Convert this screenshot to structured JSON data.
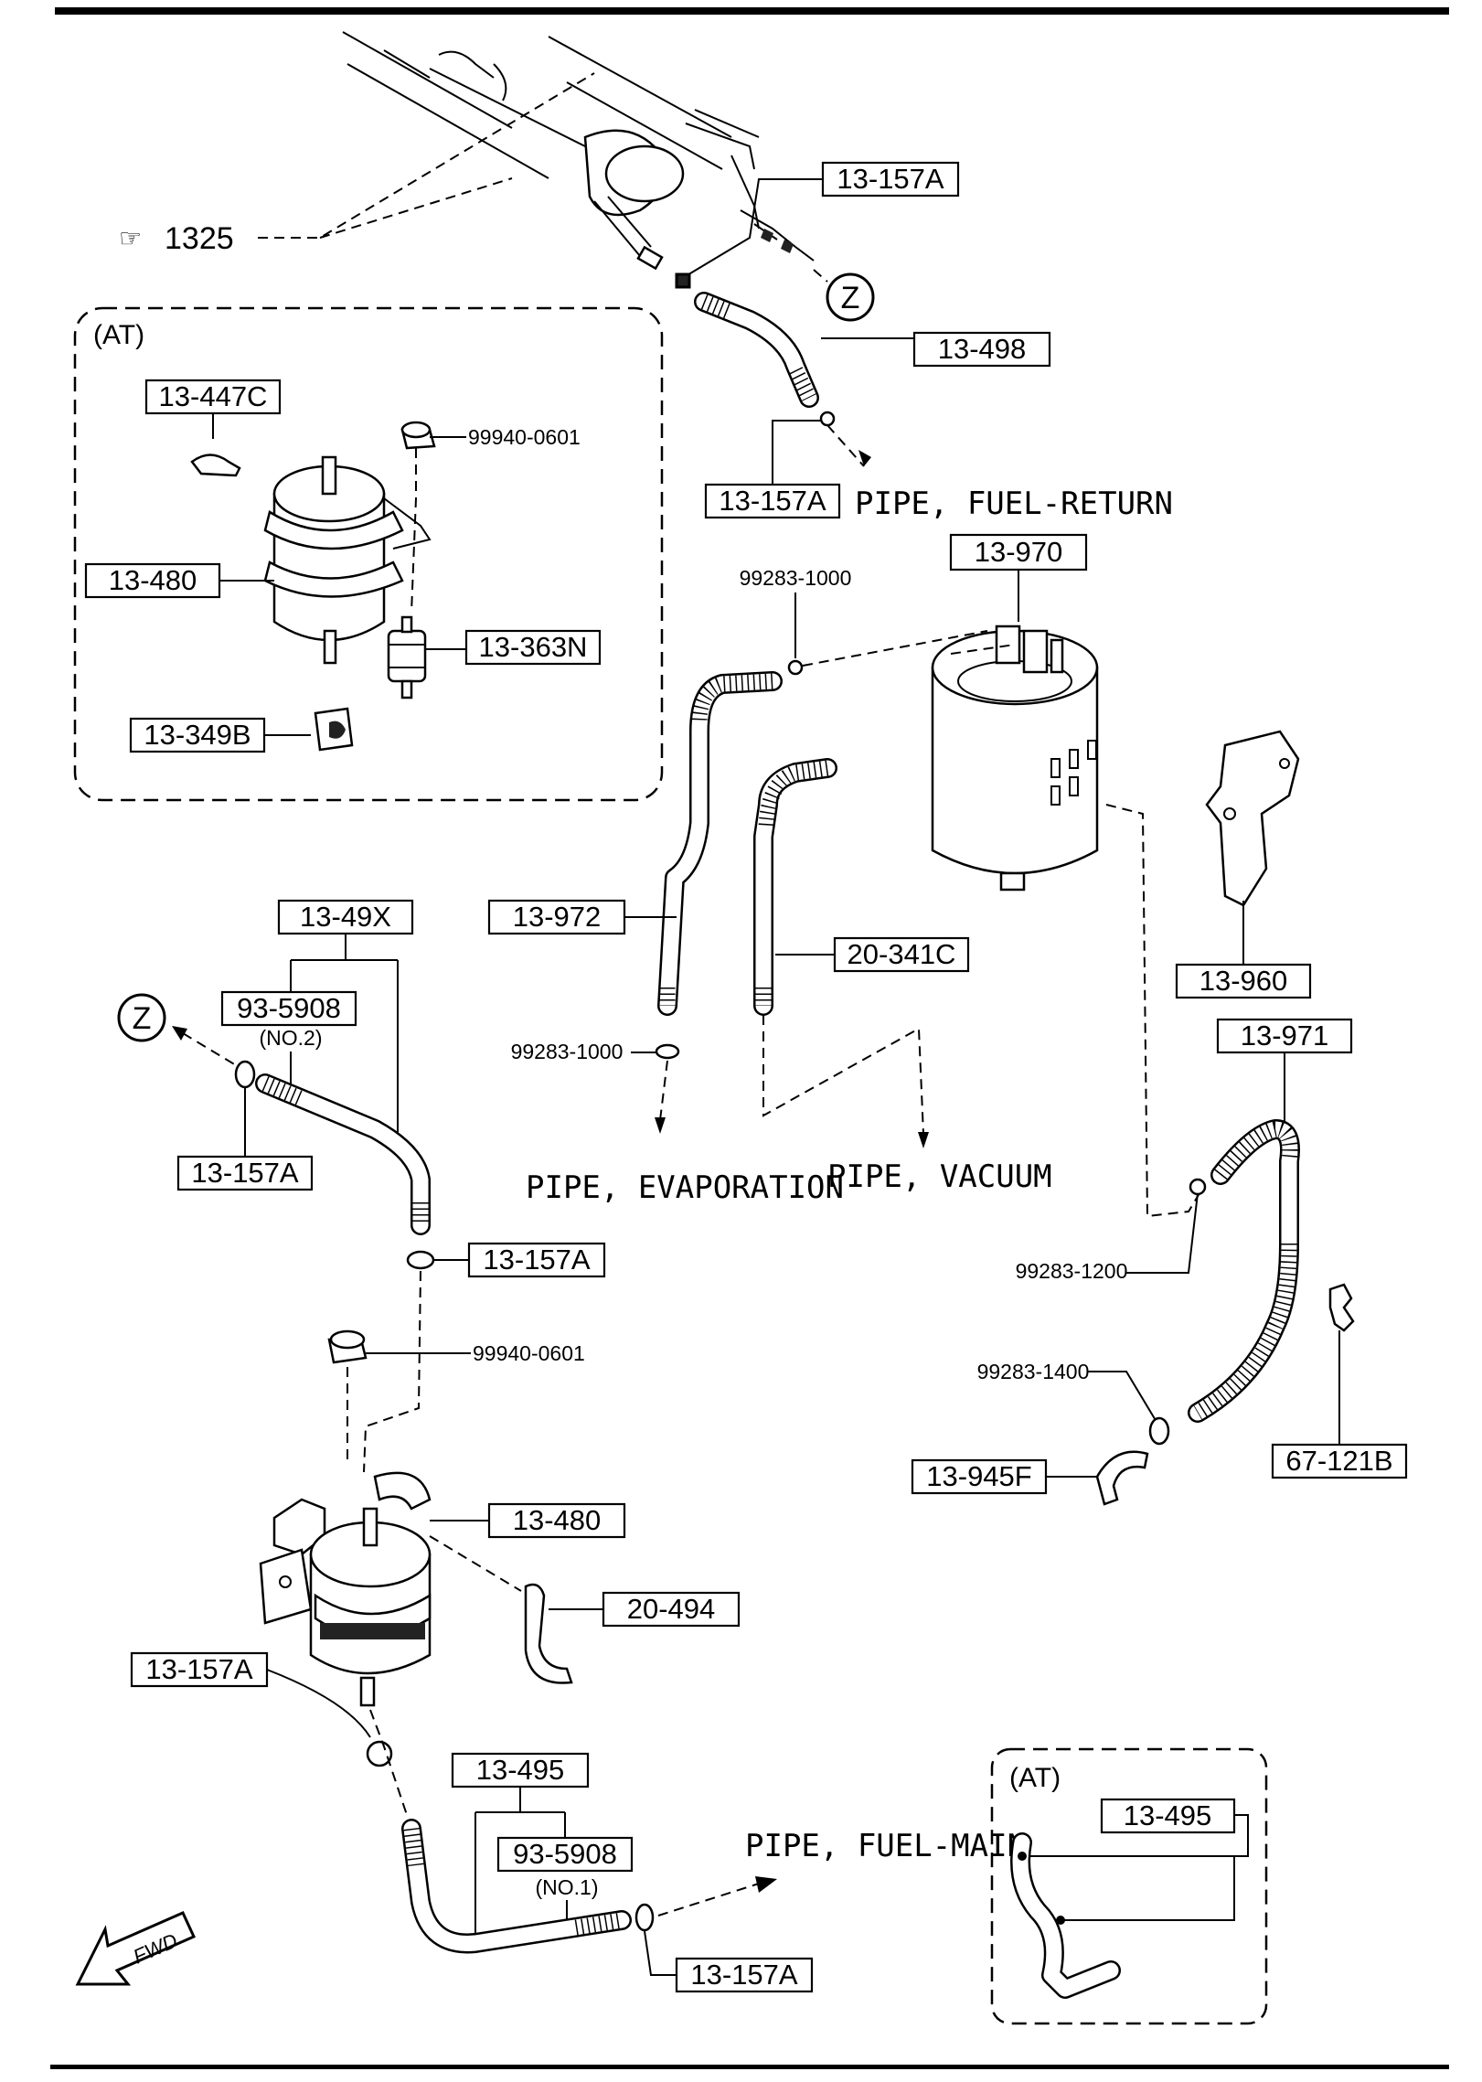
{
  "callouts": {
    "ref_1325": "1325",
    "at_top": "(AT)",
    "at_bottom": "(AT)",
    "no2": "(NO.2)",
    "no1": "(NO.1)",
    "z_symbol": "Z",
    "fwd": "FWD"
  },
  "part_numbers": {
    "p13_157A_top": "13-157A",
    "p13_498": "13-498",
    "p13_157A_ret": "13-157A",
    "p13_447C": "13-447C",
    "p99940_0601_at": "99940-0601",
    "p13_480_at": "13-480",
    "p13_363N": "13-363N",
    "p13_349B": "13-349B",
    "p13_970": "13-970",
    "p99283_1000_top": "99283-1000",
    "p13_972": "13-972",
    "p20_341C": "20-341C",
    "p99283_1000_bot": "99283-1000",
    "p13_960": "13-960",
    "p13_971": "13-971",
    "p99283_1200": "99283-1200",
    "p99283_1400": "99283-1400",
    "p13_945F": "13-945F",
    "p67_121B": "67-121B",
    "p13_49X": "13-49X",
    "p93_5908_a": "93-5908",
    "p13_157A_left": "13-157A",
    "p13_157A_mid": "13-157A",
    "p99940_0601": "99940-0601",
    "p13_480": "13-480",
    "p20_494": "20-494",
    "p13_157A_filter": "13-157A",
    "p13_495": "13-495",
    "p93_5908_b": "93-5908",
    "p13_157A_bot": "13-157A",
    "p13_495_at": "13-495"
  },
  "notes": {
    "fuel_return": "PIPE, FUEL-RETURN",
    "evaporation": "PIPE, EVAPORATION",
    "vacuum": "PIPE, VACUUM",
    "fuel_main": "PIPE, FUEL-MAIN"
  }
}
